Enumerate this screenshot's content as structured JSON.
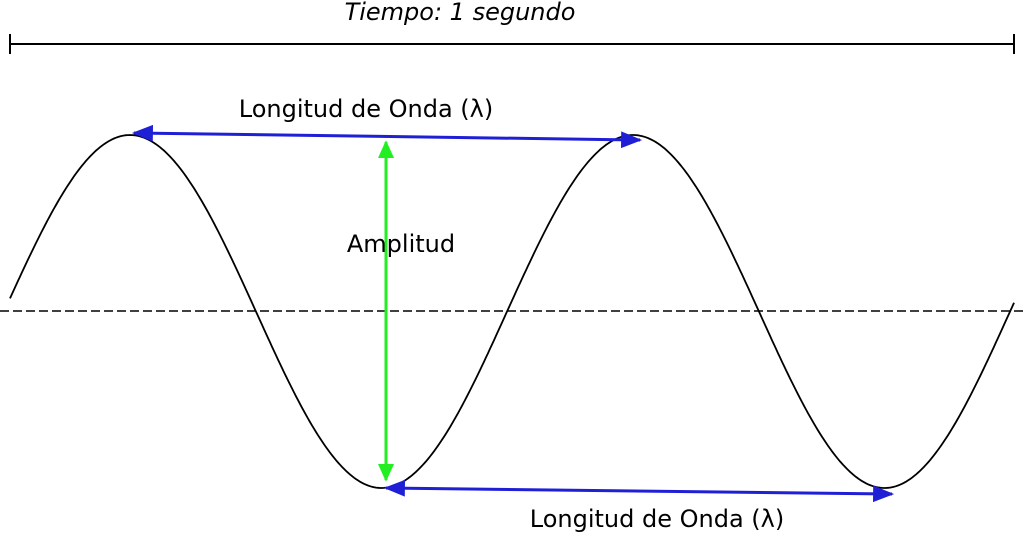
{
  "time_label": "Tiempo: 1 segundo",
  "wavelength_label_top": "Longitud de Onda (λ)",
  "wavelength_label_bottom": "Longitud de Onda (λ)",
  "amplitude_label": "Amplitud",
  "colors": {
    "wave": "#000000",
    "baseline": "#000000",
    "wavelength_arrow": "#1f1fd6",
    "amplitude_arrow": "#22ee22",
    "background": "#ffffff"
  }
}
